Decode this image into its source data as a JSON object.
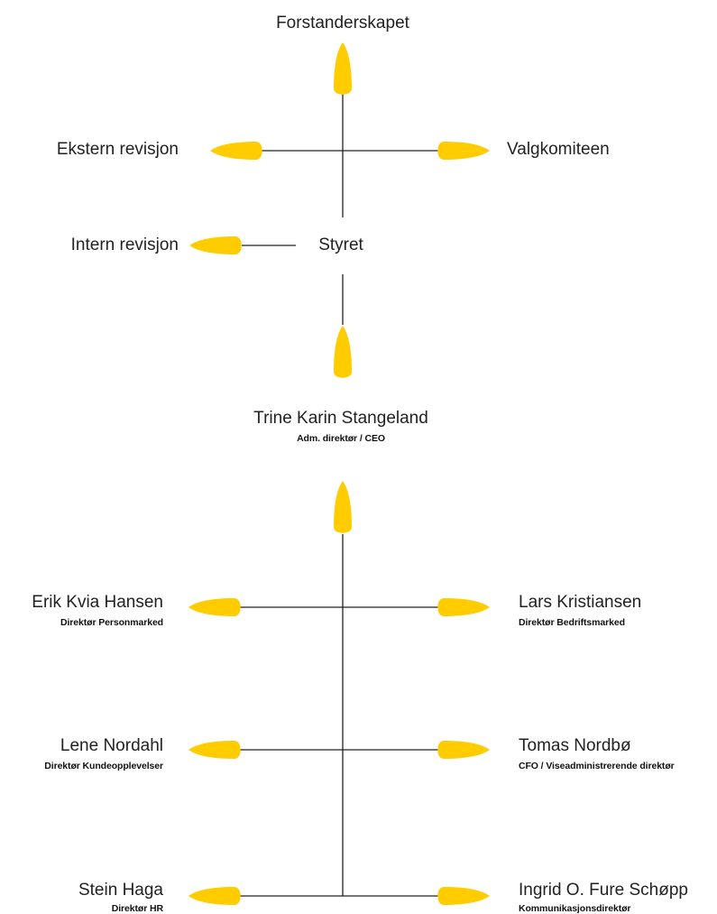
{
  "colors": {
    "leaf": "#FFCC00",
    "line": "#222222",
    "text": "#222222"
  },
  "governance": {
    "forstanderskapet": "Forstanderskapet",
    "ekstern_revisjon": "Ekstern revisjon",
    "valgkomiteen": "Valgkomiteen",
    "intern_revisjon": "Intern revisjon",
    "styret": "Styret"
  },
  "ceo": {
    "name": "Trine Karin Stangeland",
    "role": "Adm. direktør / CEO"
  },
  "executives": [
    {
      "name": "Erik Kvia Hansen",
      "role": "Direktør Personmarked"
    },
    {
      "name": "Lars Kristiansen",
      "role": "Direktør Bedriftsmarked"
    },
    {
      "name": "Lene Nordahl",
      "role": "Direktør Kundeopplevelser"
    },
    {
      "name": "Tomas Nordbø",
      "role": "CFO / Viseadministrerende direktør"
    },
    {
      "name": "Stein Haga",
      "role": "Direktør HR"
    },
    {
      "name": "Ingrid O. Fure Schøpp",
      "role": "Kommunikasjonsdirektør"
    }
  ]
}
